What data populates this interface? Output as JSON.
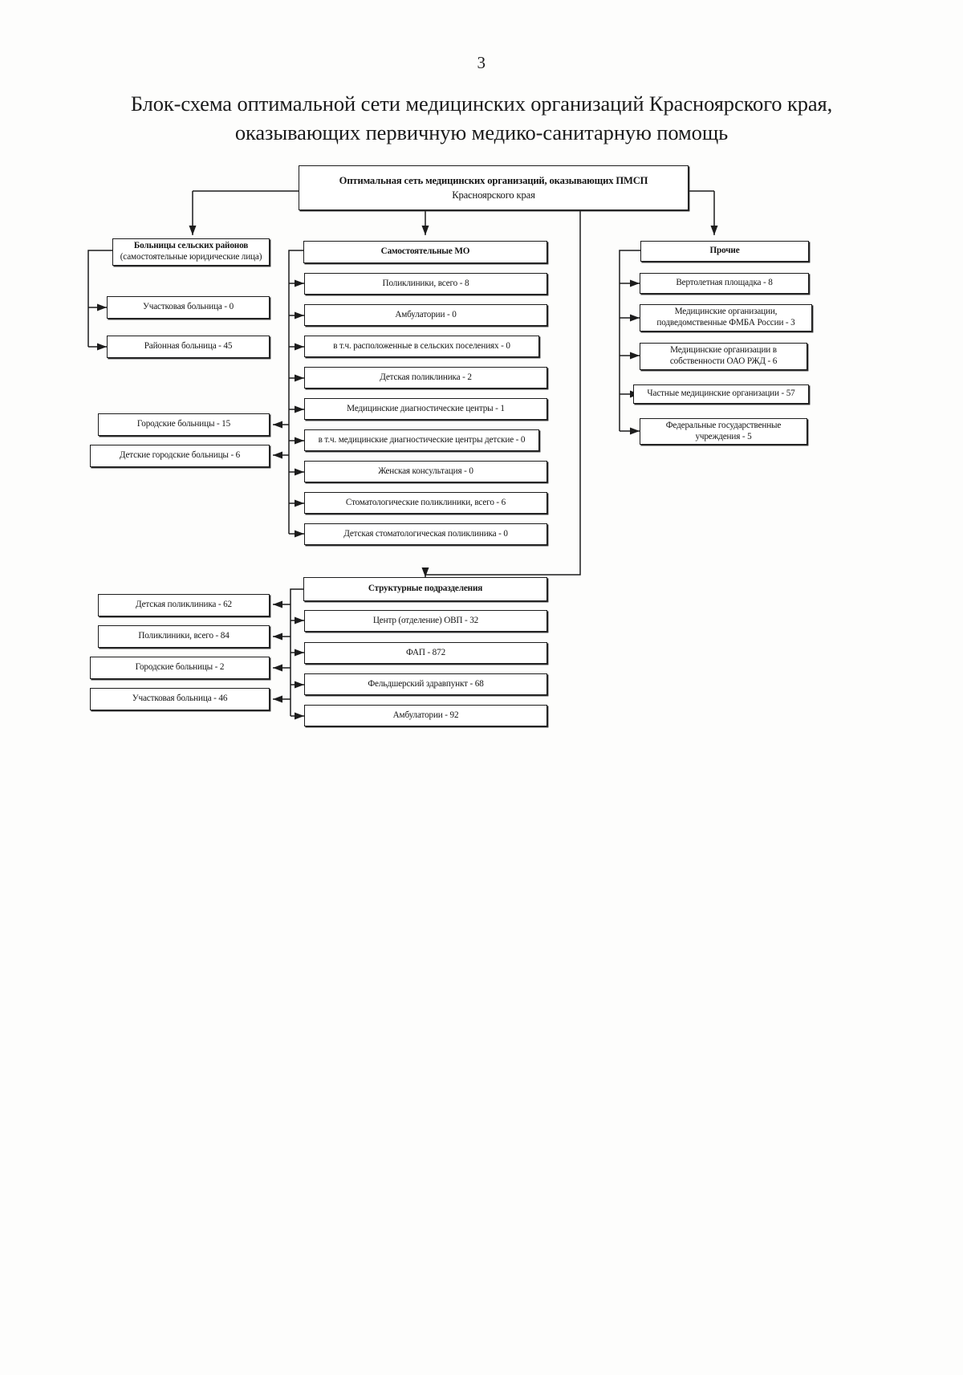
{
  "page": {
    "number": "3",
    "title_line1": "Блок-схема оптимальной сети медицинских организаций Красноярского края,",
    "title_line2": "оказывающих первичную медико-санитарную помощь"
  },
  "chart_data": {
    "type": "diagram",
    "title": "Блок-схема оптимальной сети медицинских организаций Красноярского края, оказывающих первичную медико-санитарную помощь",
    "root": {
      "id": "root",
      "line1": "Оптимальная сеть медицинских организаций, оказывающих ПМСП",
      "line2": "Красноярского края"
    },
    "branches": [
      {
        "id": "rural",
        "header": "Больницы сельских районов",
        "header_sub": "(самостоятельные юридические лица)",
        "items": [
          {
            "label": "Участковая больница - 0",
            "value": 0
          },
          {
            "label": "Районная больница - 45",
            "value": 45
          }
        ]
      },
      {
        "id": "independent",
        "header": "Самостоятельные МО",
        "items": [
          {
            "label": "Поликлиники, всего - 8",
            "value": 8
          },
          {
            "label": "Амбулатории - 0",
            "value": 0
          },
          {
            "label": "в т.ч. расположенные в сельских поселениях - 0",
            "value": 0
          },
          {
            "label": "Детская поликлиника - 2",
            "value": 2
          },
          {
            "label": "Медицинские диагностические центры - 1",
            "value": 1
          },
          {
            "label": "в т.ч. медицинские диагностические центры детские - 0",
            "value": 0
          },
          {
            "label": "Женская консультация - 0",
            "value": 0
          },
          {
            "label": "Стоматологические поликлиники, всего - 6",
            "value": 6
          },
          {
            "label": "Детская стоматологическая поликлиника - 0",
            "value": 0
          }
        ]
      },
      {
        "id": "other",
        "header": "Прочие",
        "items": [
          {
            "label": "Вертолетная площадка - 8",
            "value": 8
          },
          {
            "line1": "Медицинские организации,",
            "line2": "подведомственные ФМБА России - 3",
            "value": 3
          },
          {
            "line1": "Медицинские организации в",
            "line2": "собственности ОАО РЖД - 6",
            "value": 6
          },
          {
            "label": "Частные медицинские организации - 57",
            "value": 57
          },
          {
            "line1": "Федеральные государственные",
            "line2": "учреждения - 5",
            "value": 5
          }
        ]
      },
      {
        "id": "structural",
        "header": "Структурные подразделения",
        "items": [
          {
            "label": "Центр (отделение) ОВП - 32",
            "value": 32
          },
          {
            "label": "ФАП - 872",
            "value": 872
          },
          {
            "label": "Фельдшерский здравпункт - 68",
            "value": 68
          },
          {
            "label": "Амбулатории - 92",
            "value": 92
          }
        ]
      }
    ],
    "left_outputs_upper": [
      {
        "label": "Городские больницы - 15",
        "value": 15
      },
      {
        "label": "Детские городские больницы - 6",
        "value": 6
      }
    ],
    "left_outputs_lower": [
      {
        "label": "Детская поликлиника - 62",
        "value": 62
      },
      {
        "label": "Поликлиники, всего - 84",
        "value": 84
      },
      {
        "label": "Городские больницы - 2",
        "value": 2
      },
      {
        "label": "Участковая больница - 46",
        "value": 46
      }
    ]
  }
}
